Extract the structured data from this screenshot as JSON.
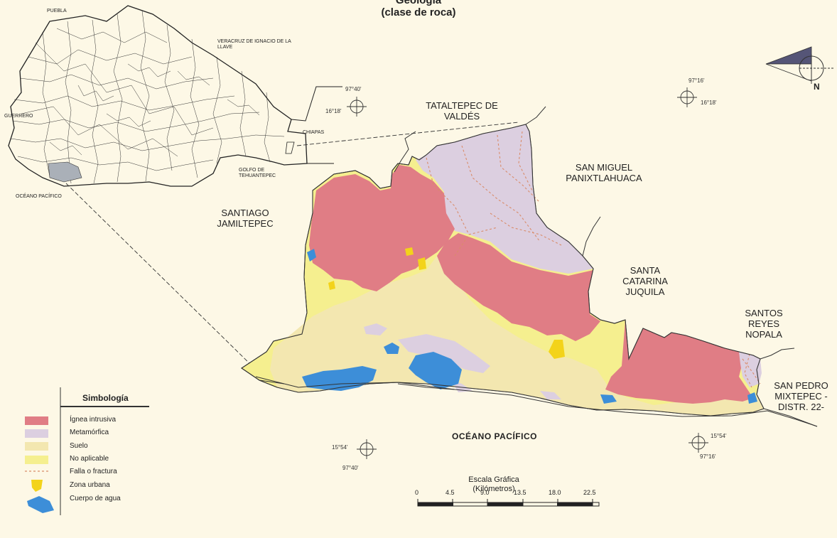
{
  "title": {
    "line1": "Geología",
    "line2": "(clase de roca)"
  },
  "colors": {
    "background": "#fdf8e6",
    "ignea_intrusiva": "#e07d85",
    "metamorfica": "#dccfe0",
    "suelo": "#f3e7b0",
    "no_aplicable": "#f5ef8f",
    "zona_urbana": "#f3d31a",
    "cuerpo_de_agua": "#3d8ed8",
    "falla": "#d98c6a"
  },
  "inset": {
    "labels": {
      "puebla": "PUEBLA",
      "veracruz": "VERACRUZ DE IGNACIO DE LA LLAVE",
      "guerrero": "GUERRERO",
      "chiapas": "CHIAPAS",
      "golfo": "GOLFO DE TEHUANTEPEC",
      "oceano": "OCÉANO PACÍFICO"
    }
  },
  "neighbors": {
    "tataltepec": "TATALTEPEC DE VALDÉS",
    "san_miguel": "SAN MIGUEL PANIXTLAHUACA",
    "santiago": "SANTIAGO JAMILTEPEC",
    "santa_catarina": "SANTA CATARINA JUQUILA",
    "santos_reyes": "SANTOS REYES NOPALA",
    "san_pedro": "SAN PEDRO MIXTEPEC -DISTR. 22-"
  },
  "ocean_label": "OCÉANO PACÍFICO",
  "coordinates": {
    "nw_lon": "97°40'",
    "nw_lat": "16°18'",
    "ne_lon": "97°16'",
    "ne_lat": "16°18'",
    "sw_lat": "15°54'",
    "sw_lon": "97°40'",
    "se_lat": "15°54'",
    "se_lon": "97°16'"
  },
  "north_label": "N",
  "legend": {
    "title": "Simbología",
    "items": [
      {
        "label": "Ígnea intrusiva",
        "icon": "ignea-swatch"
      },
      {
        "label": "Metamórfica",
        "icon": "metamorfica-swatch"
      },
      {
        "label": "Suelo",
        "icon": "suelo-swatch"
      },
      {
        "label": "No aplicable",
        "icon": "no-aplicable-swatch"
      },
      {
        "label": "Falla o fractura",
        "icon": "fault-line"
      },
      {
        "label": "Zona urbana",
        "icon": "urban-icon"
      },
      {
        "label": "Cuerpo de agua",
        "icon": "water-icon"
      }
    ]
  },
  "scale": {
    "title_line1": "Escala Gráfica",
    "title_line2": "(Kilómetros)",
    "ticks": [
      "0",
      "4.5",
      "9.0",
      "13.5",
      "18.0",
      "22.5"
    ]
  }
}
